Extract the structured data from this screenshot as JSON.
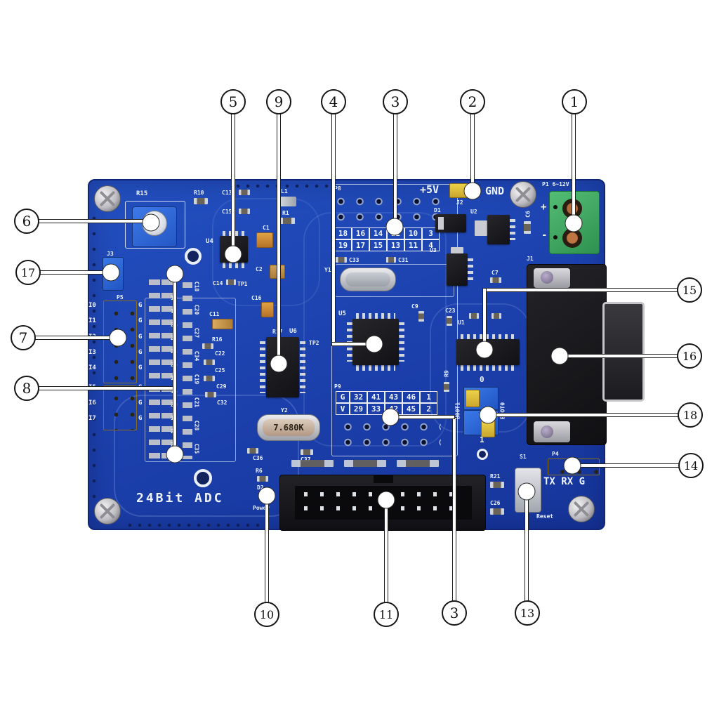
{
  "board": {
    "title": "24Bit ADC",
    "colors": {
      "pcb": "#1b3fab",
      "silkscreen": "#eef3ff",
      "header_yellow": "#e0c23c",
      "terminal_green": "#41a75f",
      "jumper_blue": "#2f6fdf",
      "connector_black": "#17171a"
    }
  },
  "callout_numbers": {
    "k1": "1",
    "k2": "2",
    "k3a": "3",
    "k4": "4",
    "k5": "5",
    "k6": "6",
    "k7": "7",
    "k8": "8",
    "k9": "9",
    "k10": "10",
    "k11": "11",
    "k3b": "3",
    "k13": "13",
    "k14": "14",
    "k15": "15",
    "k16": "16",
    "k17": "17",
    "k18": "18"
  },
  "power_rail": {
    "plus5v": "+5V",
    "j2": "J2",
    "gnd": "GND"
  },
  "dc_input": {
    "label": "P1 6~12V",
    "plus": "+",
    "minus": "-",
    "j1": "J1"
  },
  "p8": {
    "label": "P8",
    "row1": [
      "18",
      "16",
      "14",
      "12",
      "10",
      "3"
    ],
    "row2": [
      "19",
      "17",
      "15",
      "13",
      "11",
      "4"
    ]
  },
  "p9": {
    "label": "P9",
    "row1": [
      "G",
      "32",
      "41",
      "43",
      "46",
      "1"
    ],
    "row2": [
      "V",
      "29",
      "33",
      "42",
      "45",
      "2"
    ]
  },
  "io_header": {
    "label": "P5",
    "gnd": "G",
    "rows": [
      "I0",
      "I1",
      "I2",
      "I3",
      "I4",
      "I5",
      "I6",
      "I7"
    ]
  },
  "boot": {
    "boot1": "BOOT1",
    "boot0": "BOOT0",
    "zero": "0",
    "one": "1",
    "r9": "R9"
  },
  "serial": {
    "p4": "P4",
    "pins": "TX RX G",
    "s1": "S1",
    "reset": "Reset",
    "r21": "R21",
    "c26": "C26"
  },
  "crystals": {
    "y1": "Y1",
    "y2": "Y2",
    "freq": "7.680K"
  },
  "ics": {
    "u1": "U1",
    "u2": "U2",
    "u3": "U3",
    "u4": "U4",
    "u5": "U5",
    "u6": "U6",
    "r17": "R17",
    "tp1": "TP1",
    "tp2": "TP2"
  },
  "misc_labels": {
    "r15": "R15",
    "r10": "R10",
    "c13": "C13",
    "c15": "C15",
    "l1": "L1",
    "r1": "R1",
    "c1": "C1",
    "c2": "C2",
    "c14": "C14",
    "c16": "C16",
    "c11": "C11",
    "j3": "J3",
    "r16": "R16",
    "c22": "C22",
    "c25": "C25",
    "c29": "C29",
    "c32": "C32",
    "c33": "C33",
    "c31": "C31",
    "c9": "C9",
    "c23": "C23",
    "c6": "C6",
    "c7": "C7",
    "d1": "D1",
    "c36": "C36",
    "c37": "C37",
    "r6": "R6",
    "d2": "D2",
    "power": "Power"
  },
  "cap_column": [
    "C18",
    "C20",
    "C27",
    "C34",
    "C19",
    "C21",
    "C28",
    "C35"
  ],
  "res_column": [
    "19",
    "17",
    "24",
    "22",
    "28",
    "26",
    "12",
    "14",
    "20",
    "18",
    "25",
    "23"
  ]
}
